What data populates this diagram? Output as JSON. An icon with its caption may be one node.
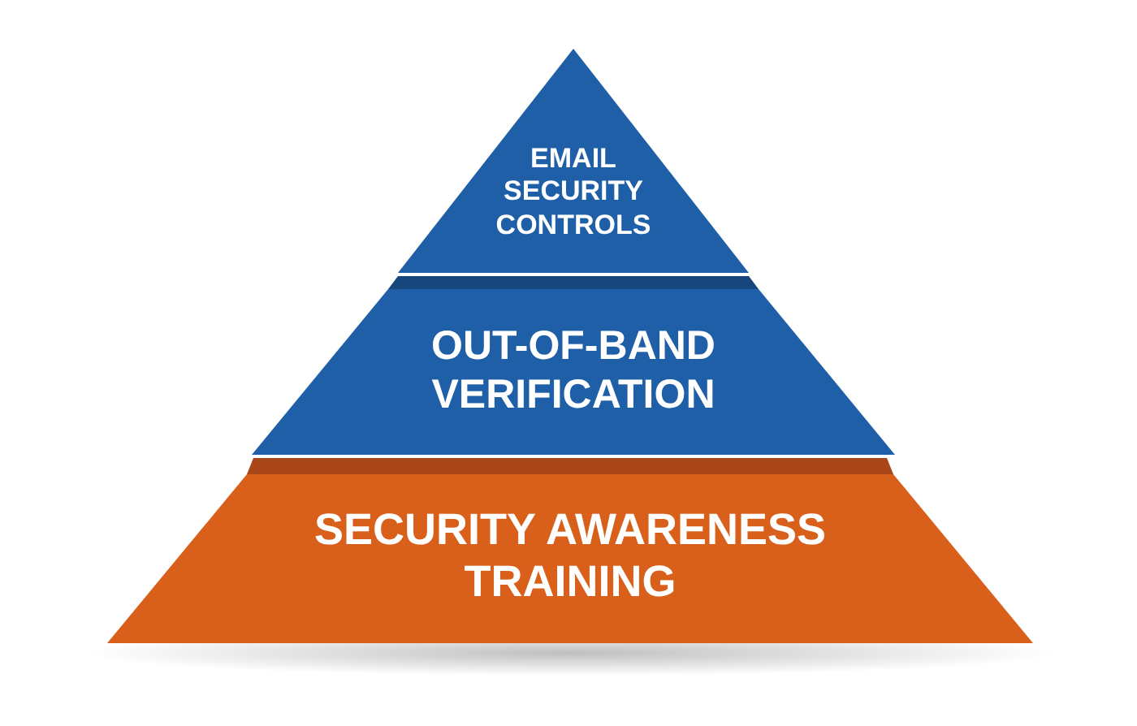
{
  "diagram": {
    "nodes": [
      {
        "text": [
          "EMAIL SECURITY CONTROLS"
        ]
      },
      {
        "text": [
          "OUT-OF-BAND VERIFICATION"
        ]
      },
      {
        "text": [
          "SECURITY AWARENESS TRAINING"
        ]
      }
    ]
  }
}
